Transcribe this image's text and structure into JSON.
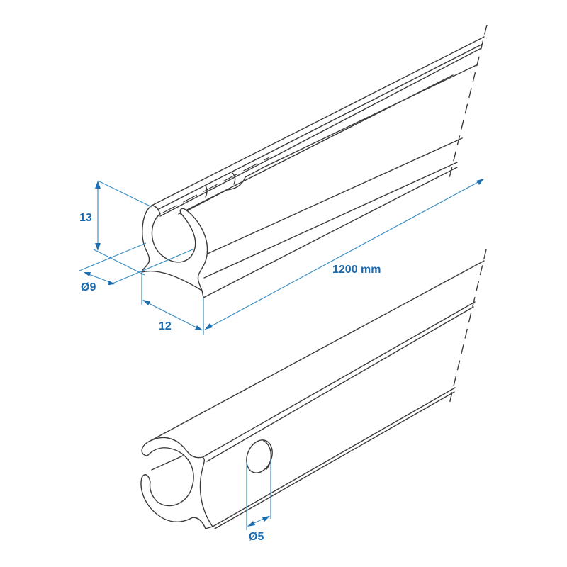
{
  "drawing": {
    "subject": "Tarpaulin keder rail profile, two isometric views",
    "colors": {
      "outline": "#3a3a3a",
      "dimension_line": "#3d8fc4",
      "dimension_text": "#1769b0",
      "background": "#ffffff"
    },
    "upper_profile": {
      "dimensions": {
        "height": "13",
        "inner_diameter": "Ø9",
        "width": "12",
        "length": "1200 mm"
      }
    },
    "lower_profile": {
      "dimensions": {
        "hole_diameter": "Ø5"
      }
    }
  }
}
